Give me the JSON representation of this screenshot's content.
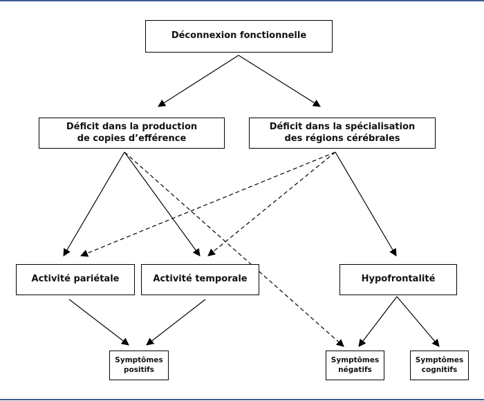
{
  "colors": {
    "rule": "#3a5a94",
    "line": "#000000",
    "text": "#111111"
  },
  "nodes": {
    "root": {
      "line1": "Déconnexion fonctionnelle"
    },
    "efference": {
      "line1": "Déficit dans la production",
      "line2": "de copies d’efférence"
    },
    "specialisation": {
      "line1": "Déficit dans la spécialisation",
      "line2": "des régions cérébrales"
    },
    "parietal": {
      "line1": "Activité pariétale"
    },
    "temporal": {
      "line1": "Activité temporale"
    },
    "hypofrontal": {
      "line1": "Hypofrontalité"
    },
    "positive": {
      "line1": "Symptômes",
      "line2": "positifs"
    },
    "negative": {
      "line1": "Symptômes",
      "line2": "négatifs"
    },
    "cognitive": {
      "line1": "Symptômes",
      "line2": "cognitifs"
    }
  },
  "edges": [
    {
      "from": "root",
      "to": "efference",
      "style": "solid"
    },
    {
      "from": "root",
      "to": "specialisation",
      "style": "solid"
    },
    {
      "from": "efference",
      "to": "parietal",
      "style": "solid"
    },
    {
      "from": "efference",
      "to": "temporal",
      "style": "solid"
    },
    {
      "from": "efference",
      "to": "negative",
      "style": "dashed"
    },
    {
      "from": "specialisation",
      "to": "parietal",
      "style": "dashed"
    },
    {
      "from": "specialisation",
      "to": "temporal",
      "style": "dashed"
    },
    {
      "from": "specialisation",
      "to": "hypofrontal",
      "style": "solid"
    },
    {
      "from": "parietal",
      "to": "positive",
      "style": "solid"
    },
    {
      "from": "temporal",
      "to": "positive",
      "style": "solid"
    },
    {
      "from": "hypofrontal",
      "to": "negative",
      "style": "solid"
    },
    {
      "from": "hypofrontal",
      "to": "cognitive",
      "style": "solid"
    }
  ]
}
